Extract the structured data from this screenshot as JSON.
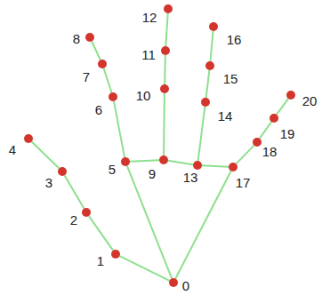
{
  "diagram": {
    "nodes": [
      {
        "text": [
          "0"
        ]
      },
      {
        "text": [
          "1"
        ]
      },
      {
        "text": [
          "2"
        ]
      },
      {
        "text": [
          "3"
        ]
      },
      {
        "text": [
          "4"
        ]
      },
      {
        "text": [
          "5"
        ]
      },
      {
        "text": [
          "6"
        ]
      },
      {
        "text": [
          "7"
        ]
      },
      {
        "text": [
          "8"
        ]
      },
      {
        "text": [
          "9"
        ]
      },
      {
        "text": [
          "10"
        ]
      },
      {
        "text": [
          "11"
        ]
      },
      {
        "text": [
          "12"
        ]
      },
      {
        "text": [
          "13"
        ]
      },
      {
        "text": [
          "14"
        ]
      },
      {
        "text": [
          "15"
        ]
      },
      {
        "text": [
          "16"
        ]
      },
      {
        "text": [
          "17"
        ]
      },
      {
        "text": [
          "18"
        ]
      },
      {
        "text": [
          "19"
        ]
      },
      {
        "text": [
          "20"
        ]
      }
    ],
    "edges": [
      {
        "from": 0,
        "to": 1,
        "arrow": "none"
      },
      {
        "from": 1,
        "to": 2,
        "arrow": "none"
      },
      {
        "from": 2,
        "to": 3,
        "arrow": "none"
      },
      {
        "from": 3,
        "to": 4,
        "arrow": "none"
      },
      {
        "from": 0,
        "to": 5,
        "arrow": "none"
      },
      {
        "from": 5,
        "to": 6,
        "arrow": "none"
      },
      {
        "from": 6,
        "to": 7,
        "arrow": "none"
      },
      {
        "from": 7,
        "to": 8,
        "arrow": "none"
      },
      {
        "from": 5,
        "to": 9,
        "arrow": "none"
      },
      {
        "from": 9,
        "to": 10,
        "arrow": "none"
      },
      {
        "from": 10,
        "to": 11,
        "arrow": "none"
      },
      {
        "from": 11,
        "to": 12,
        "arrow": "none"
      },
      {
        "from": 9,
        "to": 13,
        "arrow": "none"
      },
      {
        "from": 13,
        "to": 14,
        "arrow": "none"
      },
      {
        "from": 14,
        "to": 15,
        "arrow": "none"
      },
      {
        "from": 15,
        "to": 16,
        "arrow": "none"
      },
      {
        "from": 13,
        "to": 17,
        "arrow": "none"
      },
      {
        "from": 0,
        "to": 17,
        "arrow": "none"
      },
      {
        "from": 17,
        "to": 18,
        "arrow": "none"
      },
      {
        "from": 18,
        "to": 19,
        "arrow": "none"
      },
      {
        "from": 19,
        "to": 20,
        "arrow": "none"
      }
    ]
  }
}
